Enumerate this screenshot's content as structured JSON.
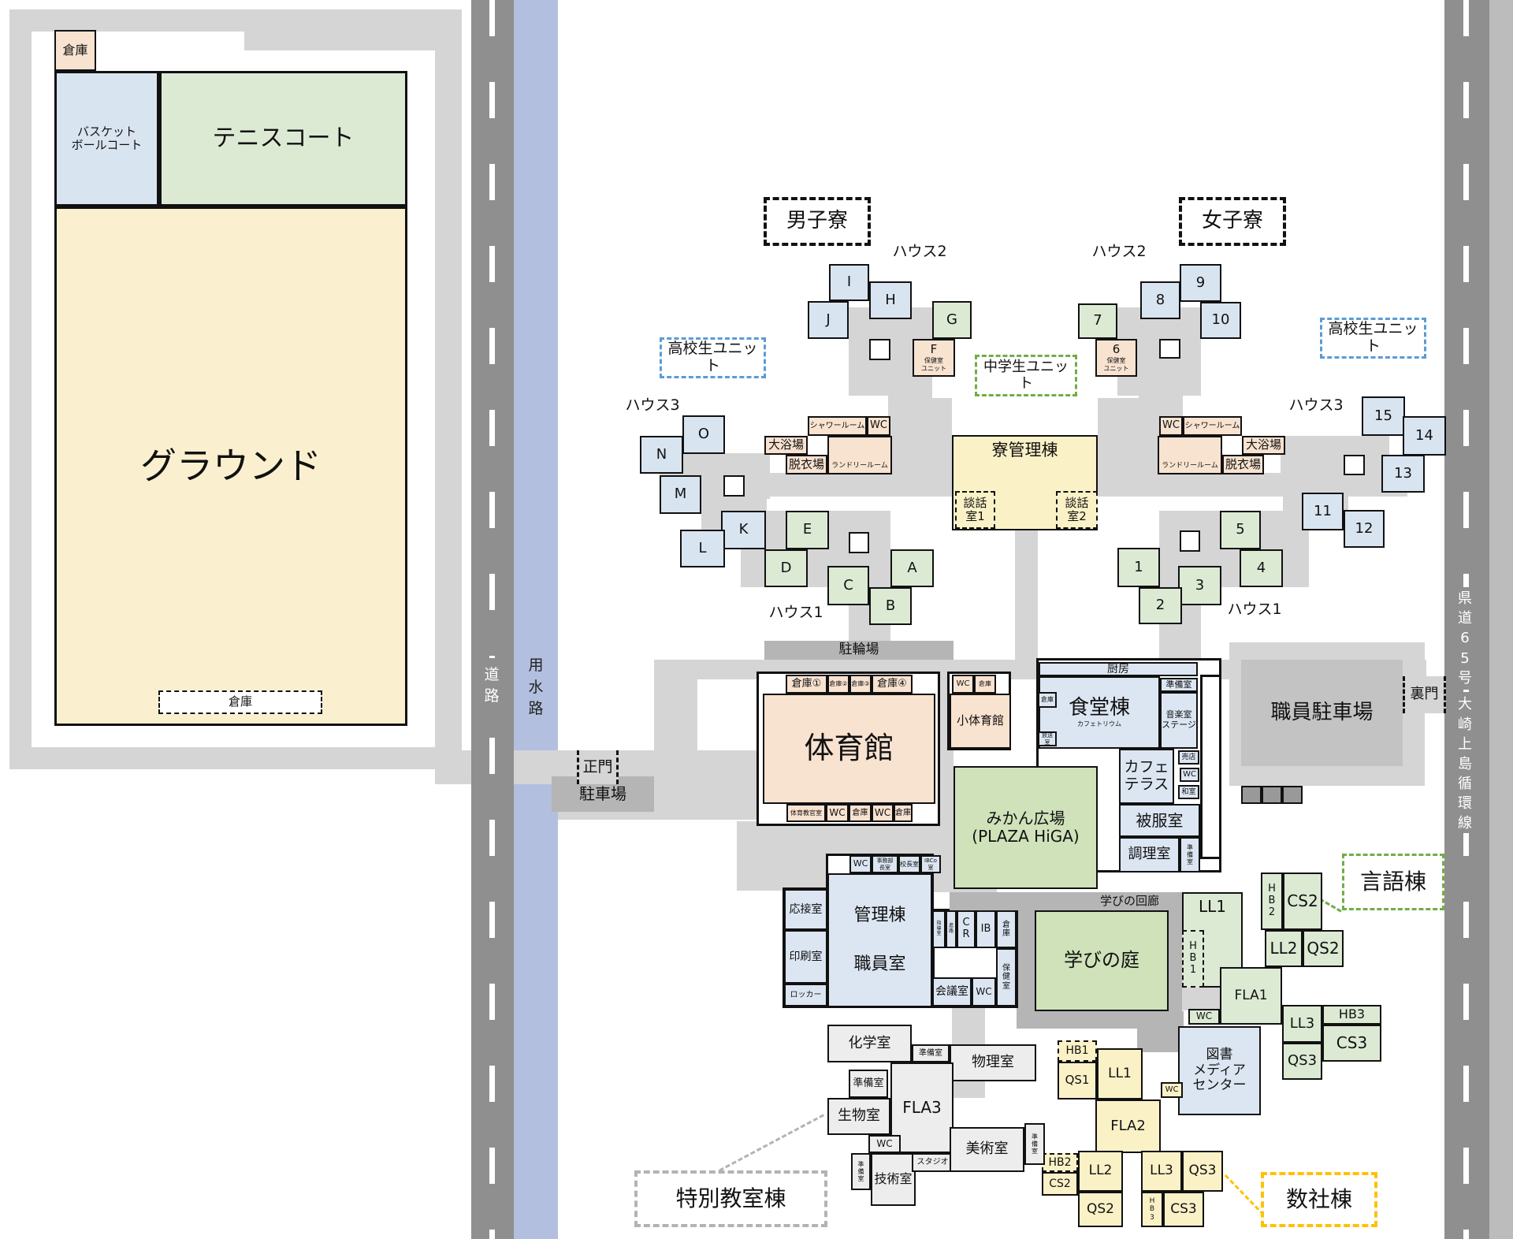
{
  "colors": {
    "room_blue": "#d9e4f1",
    "room_green": "#dcead4",
    "plaza_green": "#cfe2ba",
    "room_pink": "#f8e2d0",
    "room_yellow": "#fbf1c7",
    "building_lightblue": "#dce6f2",
    "room_gray": "#ededed",
    "corridor": "#d5d5d5",
    "band_gray": "#b5b5b5",
    "road": "#8f8f8f",
    "water": "#b2bfde",
    "callout_blue": "#5b9bd5",
    "callout_green": "#70ad47",
    "callout_orange": "#ffc107",
    "callout_gray": "#b3b3b3"
  },
  "elements": [
    {
      "id": "sg1",
      "label": "倉庫"
    },
    {
      "id": "sbb",
      "label": "バスケット\nボールコート"
    },
    {
      "id": "stn",
      "label": "テニスコート"
    },
    {
      "id": "sgr",
      "label": "グラウンド"
    },
    {
      "id": "sg2",
      "label": "倉庫"
    },
    {
      "id": "cb1",
      "label": "男子寮"
    },
    {
      "id": "cb2",
      "label": "女子寮"
    },
    {
      "id": "cu1",
      "label": "高校生ユニット"
    },
    {
      "id": "cu2",
      "label": "高校生ユニット"
    },
    {
      "id": "cu3",
      "label": "中学生ユニット"
    },
    {
      "id": "cg1",
      "label": "言語棟"
    },
    {
      "id": "co1",
      "label": "数社棟"
    },
    {
      "id": "ct1",
      "label": "特別教室棟"
    },
    {
      "id": "ah2l",
      "label": "ハウス2"
    },
    {
      "id": "ah2r",
      "label": "ハウス2"
    },
    {
      "id": "ah3l",
      "label": "ハウス3"
    },
    {
      "id": "ah3r",
      "label": "ハウス3"
    },
    {
      "id": "ah1l",
      "label": "ハウス1"
    },
    {
      "id": "ah1r",
      "label": "ハウス1"
    },
    {
      "id": "rI",
      "label": "I"
    },
    {
      "id": "rJ",
      "label": "J"
    },
    {
      "id": "rH",
      "label": "H"
    },
    {
      "id": "rG",
      "label": "G"
    },
    {
      "id": "rF",
      "label": "F",
      "sub": "保健室\nユニット"
    },
    {
      "id": "rO",
      "label": "O"
    },
    {
      "id": "rN",
      "label": "N"
    },
    {
      "id": "rM",
      "label": "M"
    },
    {
      "id": "rK",
      "label": "K"
    },
    {
      "id": "rL",
      "label": "L"
    },
    {
      "id": "rE",
      "label": "E"
    },
    {
      "id": "rD",
      "label": "D"
    },
    {
      "id": "rC",
      "label": "C"
    },
    {
      "id": "rB",
      "label": "B"
    },
    {
      "id": "rA",
      "label": "A"
    },
    {
      "id": "r9",
      "label": "9"
    },
    {
      "id": "r8",
      "label": "8"
    },
    {
      "id": "r10",
      "label": "10"
    },
    {
      "id": "r7",
      "label": "7"
    },
    {
      "id": "r6",
      "label": "6",
      "sub": "保健室\nユニット"
    },
    {
      "id": "r15",
      "label": "15"
    },
    {
      "id": "r14",
      "label": "14"
    },
    {
      "id": "r13",
      "label": "13"
    },
    {
      "id": "r11",
      "label": "11"
    },
    {
      "id": "r12",
      "label": "12"
    },
    {
      "id": "r5",
      "label": "5"
    },
    {
      "id": "r4",
      "label": "4"
    },
    {
      "id": "r1",
      "label": "1"
    },
    {
      "id": "r3",
      "label": "3"
    },
    {
      "id": "r2",
      "label": "2"
    },
    {
      "id": "blsh",
      "label": "シャワールーム"
    },
    {
      "id": "blwc",
      "label": "WC"
    },
    {
      "id": "blof",
      "label": "大浴場"
    },
    {
      "id": "bldt",
      "label": "脱衣場"
    },
    {
      "id": "blld",
      "label": "ランドリールーム"
    },
    {
      "id": "brwc",
      "label": "WC"
    },
    {
      "id": "brsh",
      "label": "シャワールーム"
    },
    {
      "id": "brld",
      "label": "ランドリールーム"
    },
    {
      "id": "brdt",
      "label": "脱衣場"
    },
    {
      "id": "brof",
      "label": "大浴場"
    },
    {
      "id": "ryk",
      "label": "寮管理棟"
    },
    {
      "id": "dw1",
      "label": "談話\n室1"
    },
    {
      "id": "dw2",
      "label": "談話\n室2"
    },
    {
      "id": "bike",
      "label": "駐輪場"
    },
    {
      "id": "gk1",
      "label": "倉庫①"
    },
    {
      "id": "gk2",
      "label": "倉庫②"
    },
    {
      "id": "gk3",
      "label": "倉庫③"
    },
    {
      "id": "gk4",
      "label": "倉庫④"
    },
    {
      "id": "gym",
      "label": "体育館"
    },
    {
      "id": "gt1",
      "label": "体育教官室"
    },
    {
      "id": "gw1",
      "label": "WC"
    },
    {
      "id": "gs1",
      "label": "倉庫"
    },
    {
      "id": "gw2",
      "label": "WC"
    },
    {
      "id": "gs2",
      "label": "倉庫"
    },
    {
      "id": "kw1",
      "label": "WC"
    },
    {
      "id": "ks1",
      "label": "倉庫"
    },
    {
      "id": "ktai",
      "label": "小体育館"
    },
    {
      "id": "chb",
      "label": "厨房"
    },
    {
      "id": "shd",
      "label": "食堂棟",
      "sub": "カフェトリウム"
    },
    {
      "id": "shs",
      "label": "倉庫"
    },
    {
      "id": "hos",
      "label": "放送室"
    },
    {
      "id": "jb1",
      "label": "準備室"
    },
    {
      "id": "ong",
      "label": "音楽室\nステージ"
    },
    {
      "id": "cft",
      "label": "カフェ\nテラス"
    },
    {
      "id": "bai",
      "label": "売店"
    },
    {
      "id": "sw1",
      "label": "WC"
    },
    {
      "id": "was",
      "label": "和室"
    },
    {
      "id": "hif",
      "label": "被服室"
    },
    {
      "id": "cho",
      "label": "調理室"
    },
    {
      "id": "jb2",
      "label": "準\n備\n室"
    },
    {
      "id": "mkn",
      "label": "みかん広場\n(PLAZA HiGA)"
    },
    {
      "id": "pkl",
      "label": "駐車場"
    },
    {
      "id": "spk",
      "label": "職員駐車場"
    },
    {
      "id": "urm",
      "label": "裏門"
    },
    {
      "id": "smn",
      "label": "正門"
    },
    {
      "id": "kwa",
      "label": "WC"
    },
    {
      "id": "kjm",
      "label": "事務部\n長室"
    },
    {
      "id": "kkc",
      "label": "校長室"
    },
    {
      "id": "kib",
      "label": "IBCo室"
    },
    {
      "id": "kan",
      "label": "管理棟\n職員室"
    },
    {
      "id": "kos",
      "label": "応接室"
    },
    {
      "id": "kin",
      "label": "印刷室"
    },
    {
      "id": "klk",
      "label": "ロッカー"
    },
    {
      "id": "ksd",
      "label": "指\n導\n室"
    },
    {
      "id": "ksn",
      "label": "進\n路"
    },
    {
      "id": "kcr",
      "label": "C\nR"
    },
    {
      "id": "kib2",
      "label": "IB"
    },
    {
      "id": "ksv",
      "label": "倉\n庫"
    },
    {
      "id": "khv",
      "label": "保\n健\n室"
    },
    {
      "id": "kkg",
      "label": "会議室"
    },
    {
      "id": "kwb",
      "label": "WC"
    },
    {
      "id": "kai",
      "label": "学びの回廊"
    },
    {
      "id": "nwa",
      "label": "学びの庭"
    },
    {
      "id": "gl1",
      "label": "LL1"
    },
    {
      "id": "gh1",
      "label": "H\nB\n1"
    },
    {
      "id": "gh2",
      "label": "H\nB\n2"
    },
    {
      "id": "gc2",
      "label": "CS2"
    },
    {
      "id": "gl2",
      "label": "LL2"
    },
    {
      "id": "gq2",
      "label": "QS2"
    },
    {
      "id": "gf1",
      "label": "FLA1"
    },
    {
      "id": "gwc",
      "label": "WC"
    },
    {
      "id": "gl3",
      "label": "LL3"
    },
    {
      "id": "gh3",
      "label": "HB3"
    },
    {
      "id": "gc3",
      "label": "CS3"
    },
    {
      "id": "gq3",
      "label": "QS3"
    },
    {
      "id": "tsh",
      "label": "図書\nメディア\nセンター"
    },
    {
      "id": "yh1",
      "label": "HB1"
    },
    {
      "id": "yq1",
      "label": "QS1"
    },
    {
      "id": "yl1",
      "label": "LL1"
    },
    {
      "id": "yf2",
      "label": "FLA2"
    },
    {
      "id": "ywc",
      "label": "WC"
    },
    {
      "id": "yh2",
      "label": "HB2"
    },
    {
      "id": "yc2",
      "label": "CS2"
    },
    {
      "id": "yl2",
      "label": "LL2"
    },
    {
      "id": "yq2",
      "label": "QS2"
    },
    {
      "id": "yl3",
      "label": "LL3"
    },
    {
      "id": "yq3",
      "label": "QS3"
    },
    {
      "id": "yh3",
      "label": "H\nB\n3"
    },
    {
      "id": "yc3",
      "label": "CS3"
    },
    {
      "id": "tkg",
      "label": "化学室"
    },
    {
      "id": "tj1",
      "label": "準備室"
    },
    {
      "id": "tj2",
      "label": "準備室"
    },
    {
      "id": "tbt",
      "label": "物理室"
    },
    {
      "id": "tsb",
      "label": "生物室"
    },
    {
      "id": "tf3",
      "label": "FLA3"
    },
    {
      "id": "twc",
      "label": "WC"
    },
    {
      "id": "tj3",
      "label": "準\n備\n室"
    },
    {
      "id": "tgj",
      "label": "技術室"
    },
    {
      "id": "tst",
      "label": "スタジオ"
    },
    {
      "id": "tbj",
      "label": "美術室"
    },
    {
      "id": "tj4",
      "label": "準\n備\n室"
    },
    {
      "id": "rd1",
      "label": "道\n路"
    },
    {
      "id": "rd2",
      "label": "用\n水\n路"
    },
    {
      "id": "rd3",
      "label": "県\n道\n6\n5\n号"
    },
    {
      "id": "rd4",
      "label": "大\n崎\n上\n島\n循\n環\n線"
    }
  ]
}
